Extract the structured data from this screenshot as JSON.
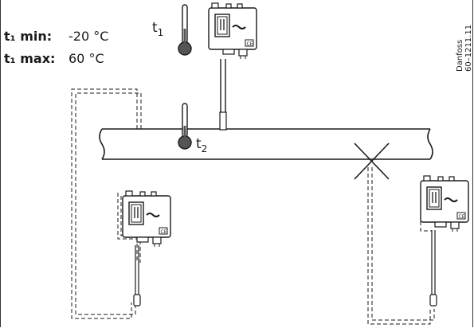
{
  "specs": {
    "t1_min_label": "t₁ min:",
    "t1_min_value": "-20 °C",
    "t1_max_label": "t₁ max:",
    "t1_max_value": "60 °C"
  },
  "labels": {
    "t1_base": "t",
    "t1_sub": "1",
    "t2_base": "t",
    "t2_sub": "2"
  },
  "figure_code": {
    "company": "Danfoss",
    "code": "60–1211.11"
  },
  "colors": {
    "stroke": "#1a1a1a",
    "bulb": "#555555",
    "background": "#ffffff"
  },
  "icons": [
    "thermometer-icon",
    "pressure-switch-icon",
    "cross-icon",
    "ce-mark-icon",
    "danfoss-logo"
  ]
}
